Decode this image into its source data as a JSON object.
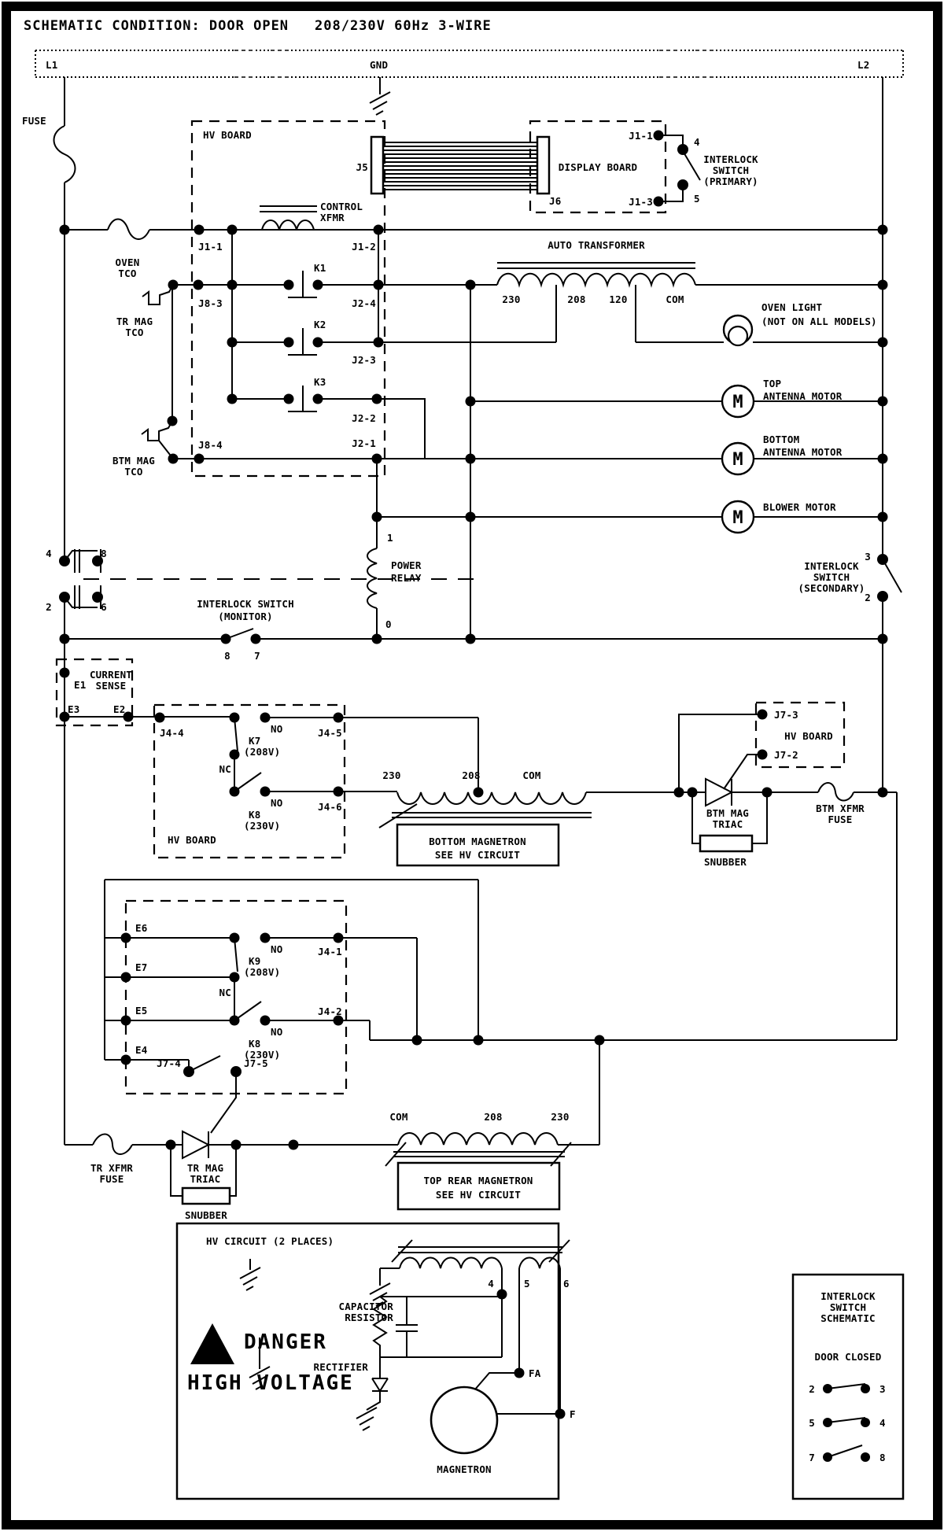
{
  "titles": {
    "condition": "SCHEMATIC CONDITION: DOOR OPEN",
    "rating": "208/230V 60Hz 3-WIRE"
  },
  "bus": {
    "l1": "L1",
    "gnd": "GND",
    "l2": "L2"
  },
  "colors": {
    "line": "#000000",
    "background": "#ffffff"
  },
  "components": {
    "fuse_l1": "FUSE",
    "hv_board_top": {
      "name": "HV BOARD",
      "j5": "J5",
      "j1_1": "J1-1",
      "j1_2": "J1-2",
      "j8_3": "J8-3",
      "j8_4": "J8-4",
      "k1": "K1",
      "k2": "K2",
      "k3": "K3",
      "j2_4": "J2-4",
      "j2_3": "J2-3",
      "j2_2": "J2-2",
      "j2_1": "J2-1",
      "control_xfmr": [
        "CONTROL",
        "XFMR"
      ]
    },
    "display_board": {
      "name": "DISPLAY BOARD",
      "j6": "J6",
      "j1_1": "J1-1",
      "j1_3": "J1-3"
    },
    "interlock_primary": {
      "lines": [
        "INTERLOCK",
        "SWITCH",
        "(PRIMARY)"
      ],
      "t_top": "4",
      "t_bottom": "5"
    },
    "oven_tco": [
      "OVEN",
      "TCO"
    ],
    "tr_mag_tco": [
      "TR MAG",
      "TCO"
    ],
    "btm_mag_tco": [
      "BTM MAG",
      "TCO"
    ],
    "auto_transformer": {
      "name": "AUTO TRANSFORMER",
      "taps": [
        "230",
        "208",
        "120",
        "COM"
      ]
    },
    "oven_light": [
      "OVEN LIGHT",
      "(NOT ON ALL MODELS)"
    ],
    "motors": {
      "top": [
        "TOP",
        "ANTENNA MOTOR"
      ],
      "bottom": [
        "BOTTOM",
        "ANTENNA MOTOR"
      ],
      "blower": "BLOWER MOTOR",
      "letter": "M"
    },
    "interlock_secondary": {
      "lines": [
        "INTERLOCK",
        "SWITCH",
        "(SECONDARY)"
      ],
      "t_top": "3",
      "t_bottom": "2"
    },
    "power_relay": {
      "t_top": "1",
      "t_bottom": "0",
      "lines": [
        "POWER",
        "RELAY"
      ]
    },
    "interlock_monitor": {
      "lines": [
        "INTERLOCK SWITCH",
        "(MONITOR)"
      ],
      "t_left": "8",
      "t_right": "7"
    },
    "door_switch": {
      "t1": "4",
      "t2": "8",
      "t3": "2",
      "t4": "6"
    },
    "current_sense": {
      "lines": [
        "CURRENT",
        "SENSE"
      ],
      "e1": "E1",
      "e3": "E3",
      "e2": "E2"
    },
    "hv_board_mid": {
      "name": "HV BOARD",
      "j4_4": "J4-4",
      "j4_5": "J4-5",
      "j4_6": "J4-6",
      "k7": [
        "K7",
        "(208V)"
      ],
      "k8": [
        "K8",
        "(230V)"
      ],
      "no": "NO",
      "nc": "NC"
    },
    "btm_transformer": {
      "taps": [
        "230",
        "208",
        "COM"
      ]
    },
    "bottom_magnetron_box": [
      "BOTTOM MAGNETRON",
      "SEE HV CIRCUIT"
    ],
    "hv_board_j7": {
      "name": "HV BOARD",
      "j7_3": "J7-3",
      "j7_2": "J7-2"
    },
    "btm_mag_triac": [
      "BTM MAG",
      "TRIAC"
    ],
    "snubber_btm": "SNUBBER",
    "btm_xfmr_fuse": [
      "BTM XFMR",
      "FUSE"
    ],
    "hv_board_bottom": {
      "e6": "E6",
      "e7": "E7",
      "e5": "E5",
      "e4": "E4",
      "k9": [
        "K9",
        "(208V)"
      ],
      "k8": [
        "K8",
        "(230V)"
      ],
      "no": "NO",
      "nc": "NC",
      "j4_1": "J4-1",
      "j4_2": "J4-2",
      "j7_4": "J7-4",
      "j7_5": "J7-5"
    },
    "tr_xfmr_fuse": [
      "TR XFMR",
      "FUSE"
    ],
    "tr_mag_triac": [
      "TR MAG",
      "TRIAC"
    ],
    "snubber_tr": "SNUBBER",
    "top_transformer": {
      "taps": [
        "COM",
        "208",
        "230"
      ]
    },
    "top_magnetron_box": [
      "TOP REAR MAGNETRON",
      "SEE HV CIRCUIT"
    ],
    "hv_circuit": {
      "title": "HV CIRCUIT (2 PLACES)",
      "t4": "4",
      "t5": "5",
      "t6": "6",
      "capacitor": [
        "CAPACITOR",
        "RESISTOR"
      ],
      "rectifier": "RECTIFIER",
      "fa": "FA",
      "f": "F",
      "magnetron": "MAGNETRON",
      "danger": [
        "DANGER",
        "HIGH VOLTAGE"
      ]
    },
    "interlock_legend": {
      "lines": [
        "INTERLOCK",
        "SWITCH",
        "SCHEMATIC"
      ],
      "door": "DOOR CLOSED",
      "rows": [
        [
          "2",
          "3"
        ],
        [
          "5",
          "4"
        ],
        [
          "7",
          "8"
        ]
      ]
    }
  }
}
